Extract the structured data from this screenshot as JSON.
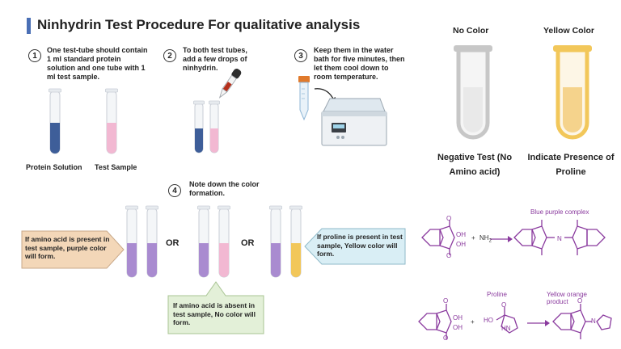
{
  "title": "Ninhydrin Test Procedure For qualitative analysis",
  "colors": {
    "accent_bar": "#4a6fb5",
    "protein_blue": "#3e5e99",
    "sample_pink": "#f2b8d2",
    "purple": "#a98bd0",
    "yellow": "#f2c75a",
    "orange_callout": "#f3d7b8",
    "blue_callout": "#d9eef5",
    "green_callout": "#e3f0d8",
    "reaction_purple": "#8a3a9e"
  },
  "steps": [
    {
      "number": "1",
      "text": "One test-tube should contain 1 ml standard protein solution and one tube with 1 ml test sample."
    },
    {
      "number": "2",
      "text": "To both test tubes, add a few drops of ninhydrin."
    },
    {
      "number": "3",
      "text": "Keep them in the water bath for five minutes, then let them cool down to room temperature."
    },
    {
      "number": "4",
      "text": "Note down the color formation."
    }
  ],
  "tube_labels": {
    "protein": "Protein Solution",
    "sample": "Test Sample"
  },
  "or_label": "OR",
  "callouts": {
    "purple": "If amino acid is present in test sample, purple color will form.",
    "none": "If amino acid is absent  in test sample, No color will form.",
    "yellow": "If proline is present  in test sample, Yellow color will form."
  },
  "results": {
    "no_color_title": "No Color",
    "yellow_title": "Yellow Color",
    "negative_label": "Negative Test (No Amino acid)",
    "proline_label": "Indicate Presence of Proline"
  },
  "reactions": {
    "product1": "Blue purple complex",
    "nh2": "NH",
    "nh2_sub": "2",
    "proline": "Proline",
    "product2": "Yellow orange product",
    "oh": "OH",
    "o": "O",
    "n": "N",
    "ho": "HO",
    "hn": "HN",
    "plus": "+"
  }
}
